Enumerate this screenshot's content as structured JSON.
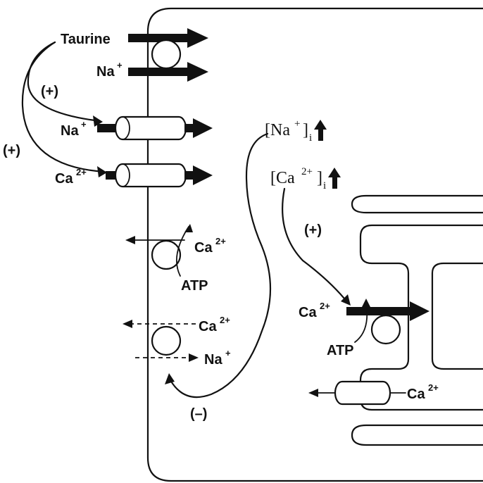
{
  "labels": {
    "taurine": "Taurine",
    "na_plus": "Na",
    "plus_sup": "+",
    "ca": "Ca",
    "ca_sup": "2+",
    "atp": "ATP",
    "stim_plus": "(+)",
    "inhib_minus": "(–)",
    "na_i_bracket_open": "[Na",
    "ca_i_bracket_open": "[Ca",
    "bracket_close": "]",
    "i_sub": "i"
  }
}
